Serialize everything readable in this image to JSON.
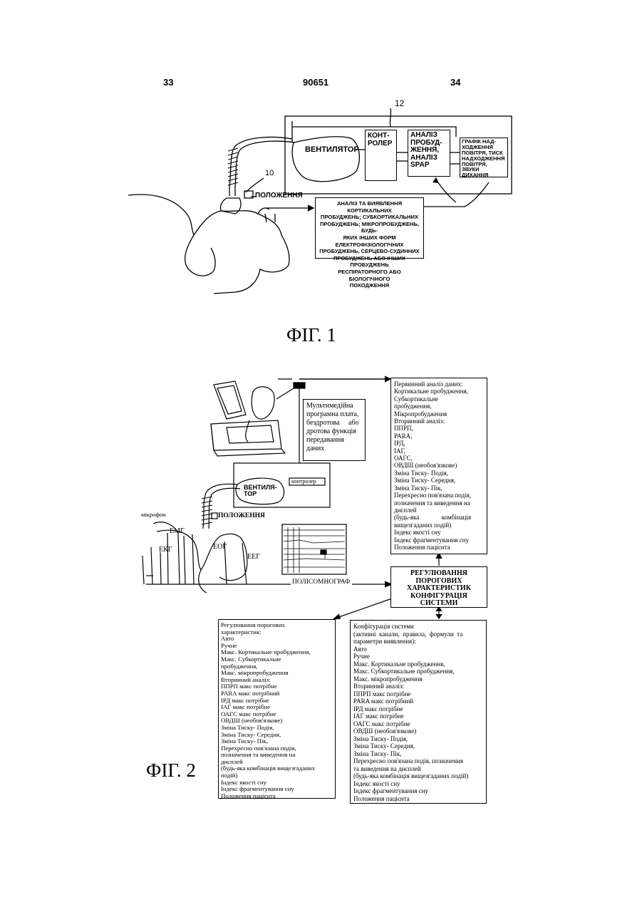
{
  "header": {
    "page_left": "33",
    "doc_number": "90651",
    "page_right": "34"
  },
  "fig1": {
    "caption": "ФІГ. 1",
    "ref_12": "12",
    "ref_10": "10",
    "ventilator": "ВЕНТИЛЯТОР",
    "controller": "КОНТ-\nРОЛЕР",
    "arousal_box": "АНАЛІЗ\nПРОБУД-\nЖЕННЯ,\nАНАЛІЗ\nSPAP",
    "graph_box": "ГРАФІК НАД-\nХОДЖЕННЯ\nПОВІТРЯ, ТИСК\nНАДХОДЖЕННЯ\nПОВІТРЯ,\nЗВУКИ\nДИХАННЯ",
    "position": "ПОЛОЖЕННЯ",
    "analysis_box": "АНАЛІЗ ТА ВИЯВЛЕННЯ КОРТИКАЛЬНИХ\nПРОБУДЖЕНЬ; СУБКОРТИКАЛЬНИХ\nПРОБУДЖЕНЬ; МІКРОПРОБУДЖЕНЬ, БУДЬ-\nЯКИХ ІНШИХ ФОРМ ЕЛЕКТРОФІЗІОЛОГІЧНИХ\nПРОБУДЖЕНЬ, СЕРЦЕВО-СУДИННИХ\nПРОБУДЖЕНЬ АБО ІНШИХ ПРОБУДЖЕНЬ\nРЕСПІРАТОРНОГО АБО БІОЛОГІЧНОГО\nПОХОДЖЕННЯ"
  },
  "fig2": {
    "caption": "ФІГ. 2",
    "multimedia": [
      "Мультимедійна",
      "програмна плата,",
      "бездротова     або",
      "дротова функція",
      "передавання",
      "даних"
    ],
    "ventilator": "ВЕНТИЛЯ-\nТОР",
    "controller": "контролер",
    "position": "ПОЛОЖЕННЯ",
    "microphone": "мікрофон",
    "emg": "ЕМГ",
    "ekg": "ЕКГ",
    "eog": "ЕОГ",
    "eeg": "ЕЕГ",
    "psg": "ПОЛІСОМНОГРАФ",
    "threshold_box": "РЕГУЛЮВАННЯ\nПОРОГОВИХ\nХАРАКТЕРИСТИК\nКОНФІГУРАЦІЯ\nСИСТЕМИ",
    "primary_list": [
      "Первинний аналіз даних:",
      "Кортикальне пробудження,",
      "Субкортикальне",
      "пробудження,",
      "Мікропробудження",
      "Вторинний аналіз:",
      "ППРП,",
      "PARA,",
      "IРД,",
      "IАГ,",
      "ОАГС,",
      "ОВДШ (необов'язкове)",
      "Зміна Тиску- Подія,",
      "Зміна Тиску- Середня,",
      "Зміна Тиску- Пік,",
      "Перехресно пов'язана подія,",
      "позначення та виведення на",
      "дисплей",
      "(будь-яка              комбінація",
      "вищезгаданих подій)",
      "Індекс якості сну",
      "Індекс фрагментування сну",
      "Положення пацієнта"
    ],
    "threshold_list": [
      "Регулювання порогових",
      "характеристик:",
      "Авто",
      "Ручне",
      "Макс. Кортикальне пробудження,",
      "Макс. Субкортикальне",
      "пробудження,",
      "Макс. мікропробудження",
      "Вторинний аналіз:",
      "ППРП макс потрібне",
      "PARA макс потрібний",
      "IРД макс потрібне",
      "IАГ макс потрібне",
      "ОАГС макс потрібне",
      "ОВДШ (необов'язкове)",
      "Зміна Тиску- Подія,",
      "Зміна Тиску- Середня,",
      "Зміна Тиску- Пік,",
      "Перехресно пов'язана подія,",
      "позначення та виведення на",
      "дисплей",
      "(будь-яка комбінація вищезгаданих",
      "подій)",
      "Індекс якості сну",
      "Індекс фрагментування сну",
      "Положення пацієнта"
    ],
    "config_list": [
      "Конфігурація системи",
      "(активні  канали,  правила,  формули  та",
      "параметри виявлення):",
      "Авто",
      "Ручне",
      "Макс. Кортикальне пробудження,",
      "Макс. Субкортикальне пробудження,",
      "Макс. мікропробудження",
      "Вторинний аналіз:",
      "ППРП макс потрібне",
      "PARA макс потрібний",
      "IРД макс потрібне",
      "IАГ макс потрібне",
      "ОАГС макс потрібне",
      "ОВДШ (необов'язкове)",
      "Зміна Тиску- Подія,",
      "Зміна Тиску- Середня,",
      "Зміна Тиску- Пік,",
      "Перехресно пов'язана подія, позначення",
      "та виведення на дисплей",
      "(будь-яка комбінація вищезгаданих подій)",
      "Індекс якості сну",
      "Індекс фрагментування сну",
      "Положення пацієнта"
    ]
  }
}
